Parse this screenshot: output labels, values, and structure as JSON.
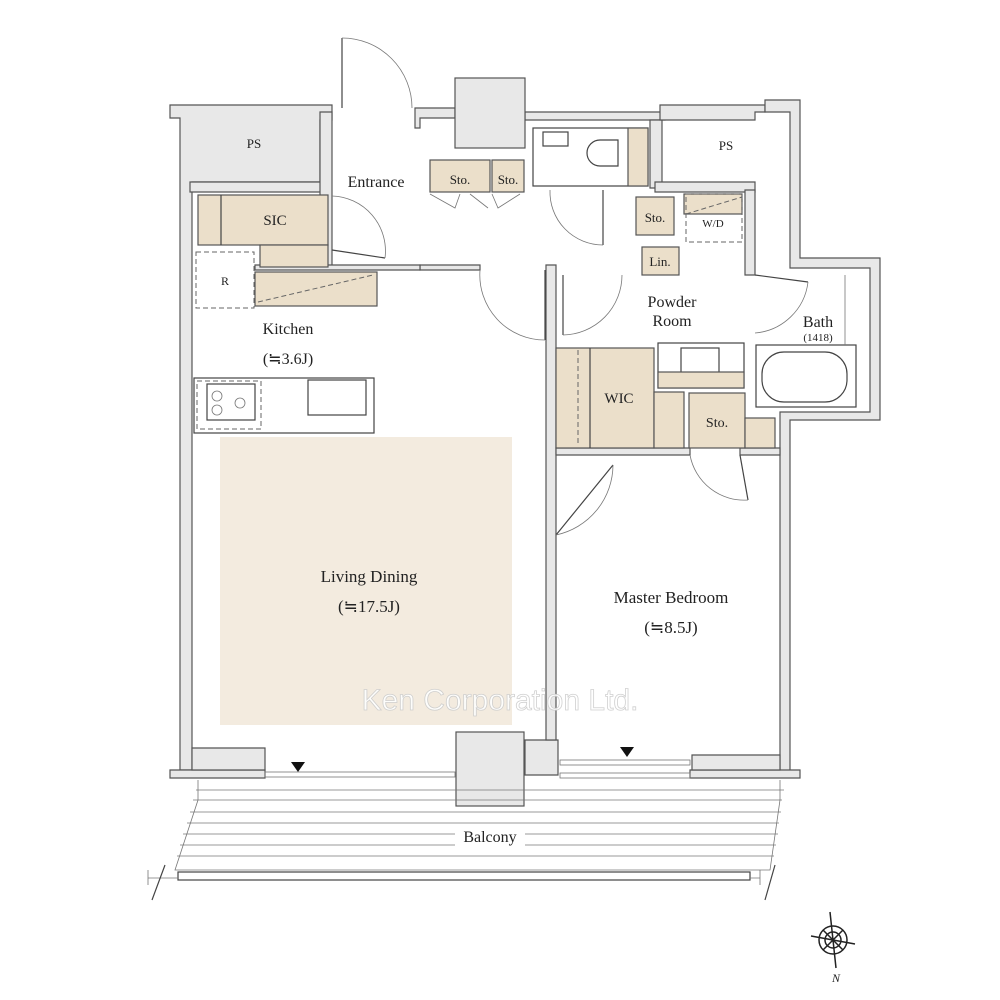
{
  "rooms": {
    "ps_left": "PS",
    "ps_right": "PS",
    "entrance": "Entrance",
    "sic": "SIC",
    "sto1": "Sto.",
    "sto2": "Sto.",
    "sto3": "Sto.",
    "sto4": "Sto.",
    "wd": "W/D",
    "lin": "Lin.",
    "r": "R",
    "kitchen": "Kitchen",
    "kitchen_area": "(≒3.6J)",
    "powder_1": "Powder",
    "powder_2": "Room",
    "bath": "Bath",
    "bath_size": "(1418)",
    "wic": "WIC",
    "living": "Living Dining",
    "living_area": "(≒17.5J)",
    "master": "Master Bedroom",
    "master_area": "(≒8.5J)",
    "balcony": "Balcony"
  },
  "watermark": "Ken Corporation Ltd.",
  "compass_label": "N",
  "colors": {
    "cabinet": "#ebdfca",
    "floor": "#f3ebdf",
    "wall": "#e8e8e8"
  }
}
